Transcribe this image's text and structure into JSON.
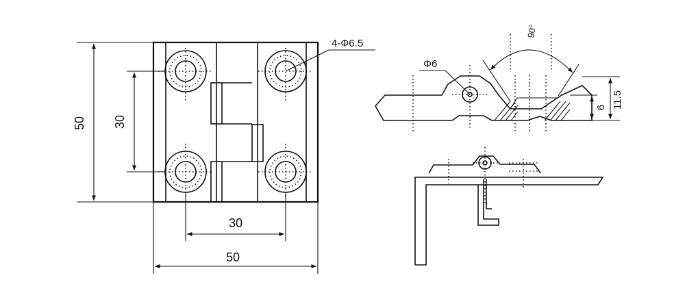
{
  "dimensions": {
    "height_total": "50",
    "hole_spacing_vertical": "30",
    "hole_spacing_horizontal": "30",
    "width_total": "50",
    "mounting_holes": "4-Φ6.5",
    "pin_diameter": "Φ6",
    "opening_angle": "90°",
    "height_overall": "11.5",
    "leaf_thickness": "6"
  }
}
